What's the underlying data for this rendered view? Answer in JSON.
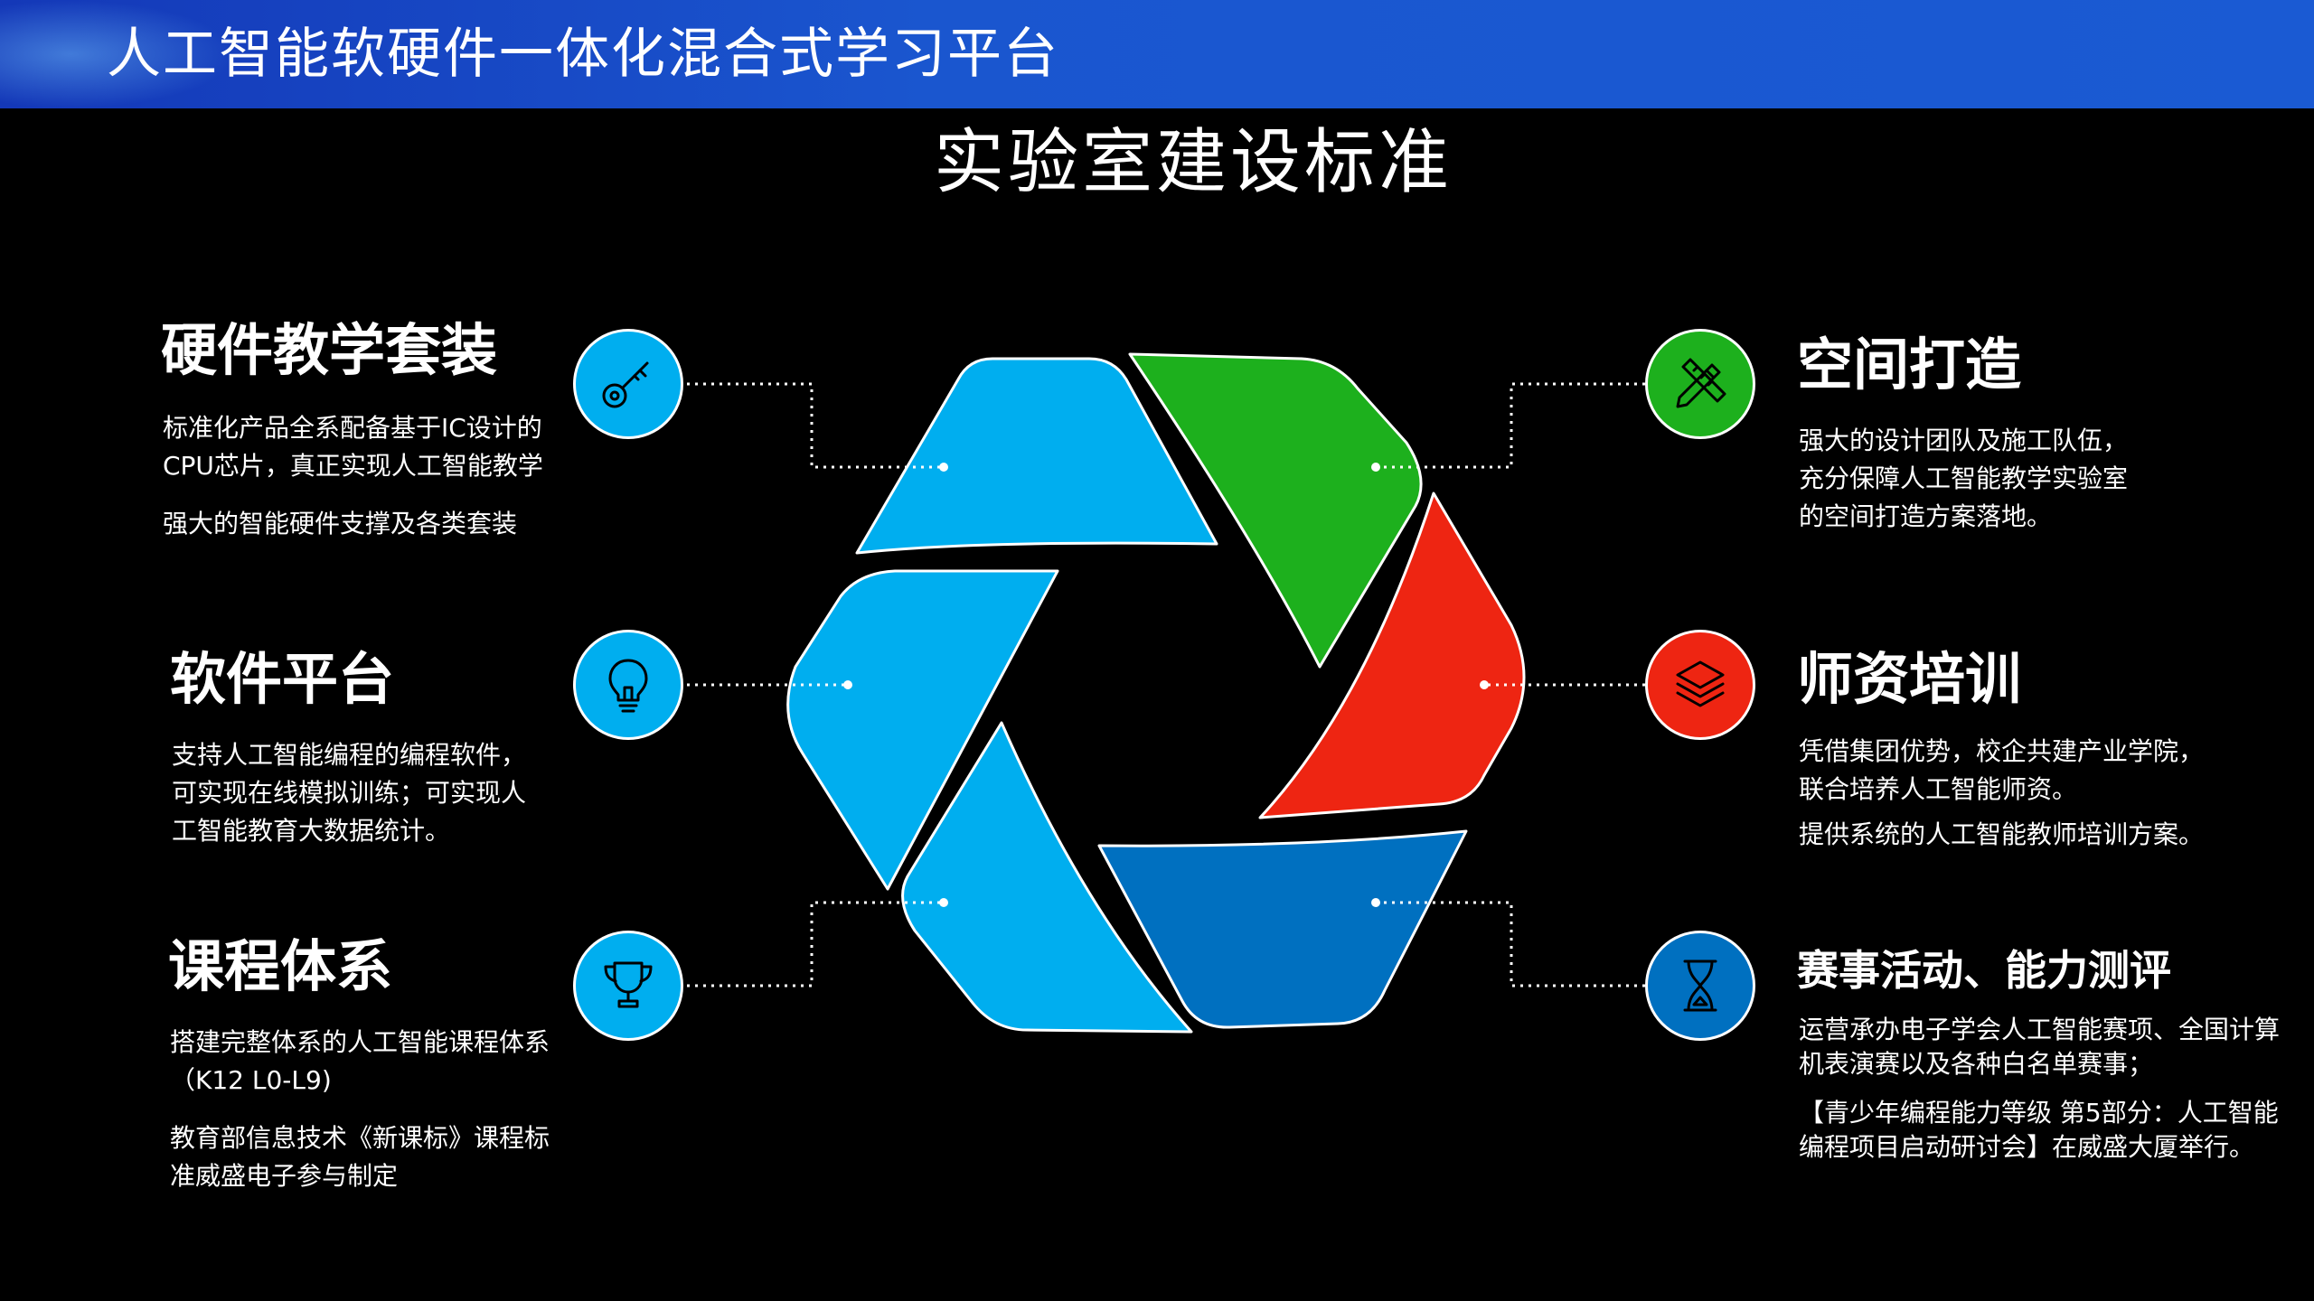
{
  "header": {
    "title": "人工智能软硬件一体化混合式学习平台"
  },
  "page": {
    "title": "实验室建设标准"
  },
  "colors": {
    "header_blue": "#1a56cf",
    "light_blue": "#00aeef",
    "green": "#1db01d",
    "red": "#ee2512",
    "dark_blue": "#0070c0"
  },
  "sections": {
    "hardware": {
      "title": "硬件教学套装",
      "icon": "key-icon",
      "lines": [
        "标准化产品全系配备基于IC设计的",
        "CPU芯片，真正实现人工智能教学",
        "强大的智能硬件支撑及各类套装"
      ]
    },
    "software": {
      "title": "软件平台",
      "icon": "lightbulb-icon",
      "lines": [
        "支持人工智能编程的编程软件，",
        "可实现在线模拟训练；可实现人",
        "工智能教育大数据统计。"
      ]
    },
    "curriculum": {
      "title": "课程体系",
      "icon": "trophy-icon",
      "lines": [
        "搭建完整体系的人工智能课程体系",
        "（K12 L0-L9)",
        "教育部信息技术《新课标》课程标",
        "准威盛电子参与制定"
      ]
    },
    "space": {
      "title": "空间打造",
      "icon": "pencil-ruler-icon",
      "lines": [
        "强大的设计团队及施工队伍，",
        "充分保障人工智能教学实验室",
        "的空间打造方案落地。"
      ]
    },
    "training": {
      "title": "师资培训",
      "icon": "layers-icon",
      "lines": [
        "凭借集团优势，校企共建产业学院，",
        "联合培养人工智能师资。",
        "提供系统的人工智能教师培训方案。"
      ]
    },
    "competition": {
      "title": "赛事活动、能力测评",
      "icon": "hourglass-icon",
      "lines": [
        "运营承办电子学会人工智能赛项、全国计算",
        "机表演赛以及各种白名单赛事；",
        "【青少年编程能力等级 第5部分：人工智能",
        "编程项目启动研讨会】在威盛大厦举行。"
      ]
    }
  }
}
